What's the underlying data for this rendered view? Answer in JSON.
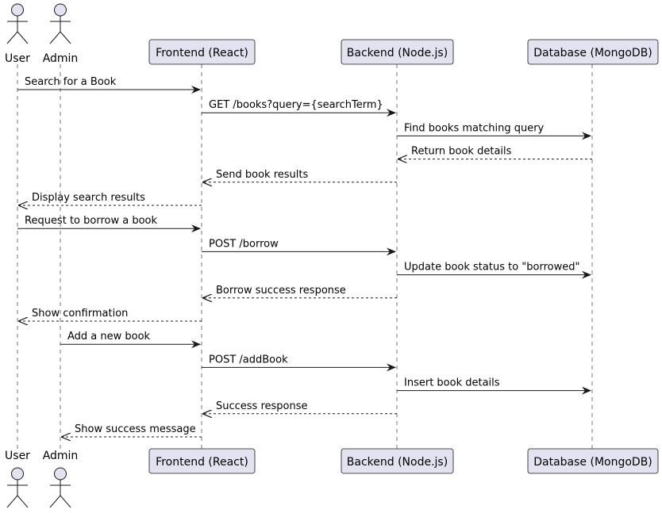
{
  "participants": [
    {
      "id": "user",
      "label": "User",
      "kind": "actor"
    },
    {
      "id": "admin",
      "label": "Admin",
      "kind": "actor"
    },
    {
      "id": "frontend",
      "label": "Frontend (React)",
      "kind": "box"
    },
    {
      "id": "backend",
      "label": "Backend (Node.js)",
      "kind": "box"
    },
    {
      "id": "database",
      "label": "Database (MongoDB)",
      "kind": "box"
    }
  ],
  "messages": [
    {
      "from": "user",
      "to": "frontend",
      "label": "Search for a Book",
      "style": "solid"
    },
    {
      "from": "frontend",
      "to": "backend",
      "label": "GET /books?query={searchTerm}",
      "style": "solid"
    },
    {
      "from": "backend",
      "to": "database",
      "label": "Find books matching query",
      "style": "solid"
    },
    {
      "from": "database",
      "to": "backend",
      "label": "Return book details",
      "style": "dashed"
    },
    {
      "from": "backend",
      "to": "frontend",
      "label": "Send book results",
      "style": "dashed"
    },
    {
      "from": "frontend",
      "to": "user",
      "label": "Display search results",
      "style": "dashed"
    },
    {
      "from": "user",
      "to": "frontend",
      "label": "Request to borrow a book",
      "style": "solid"
    },
    {
      "from": "frontend",
      "to": "backend",
      "label": "POST /borrow",
      "style": "solid"
    },
    {
      "from": "backend",
      "to": "database",
      "label": "Update book status to \"borrowed\"",
      "style": "solid"
    },
    {
      "from": "backend",
      "to": "frontend",
      "label": "Borrow success response",
      "style": "dashed"
    },
    {
      "from": "frontend",
      "to": "user",
      "label": "Show confirmation",
      "style": "dashed"
    },
    {
      "from": "admin",
      "to": "frontend",
      "label": "Add a new book",
      "style": "solid"
    },
    {
      "from": "frontend",
      "to": "backend",
      "label": "POST /addBook",
      "style": "solid"
    },
    {
      "from": "backend",
      "to": "database",
      "label": "Insert book details",
      "style": "solid"
    },
    {
      "from": "backend",
      "to": "frontend",
      "label": "Success response",
      "style": "dashed"
    },
    {
      "from": "frontend",
      "to": "admin",
      "label": "Show success message",
      "style": "dashed"
    }
  ],
  "colors": {
    "participant_fill": "#E2E2F0",
    "participant_border": "#181818",
    "lifeline": "#181818",
    "arrow": "#181818"
  }
}
